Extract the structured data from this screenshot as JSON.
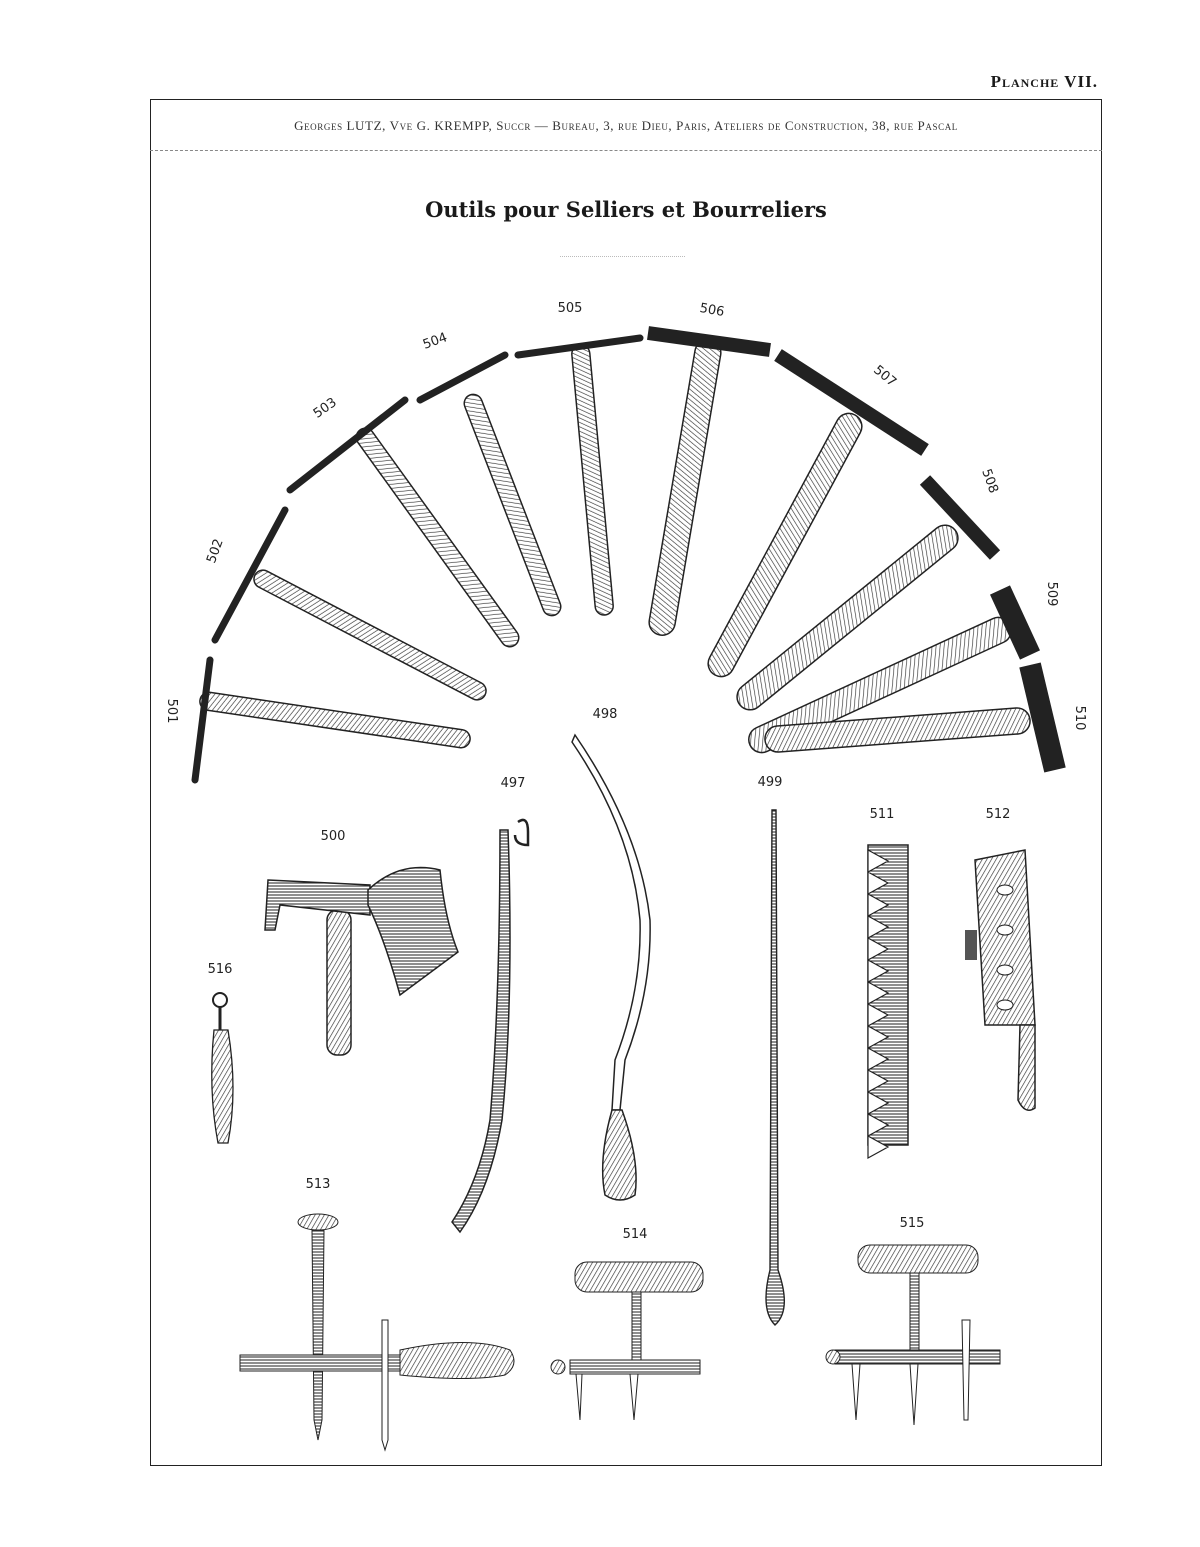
{
  "plate_label": "Planche VII.",
  "header": "Georges LUTZ, Vve G. KREMPP, Succr — Bureau, 3, rue Dieu, Paris, Ateliers de Construction, 38, rue Pascal",
  "title": "Outils pour Selliers et Bourreliers",
  "items": {
    "501": "501",
    "502": "502",
    "503": "503",
    "504": "504",
    "505": "505",
    "506": "506",
    "507": "507",
    "508": "508",
    "509": "509",
    "510": "510",
    "497": "497",
    "498": "498",
    "499": "499",
    "500": "500",
    "511": "511",
    "512": "512",
    "513": "513",
    "514": "514",
    "515": "515",
    "516": "516"
  }
}
